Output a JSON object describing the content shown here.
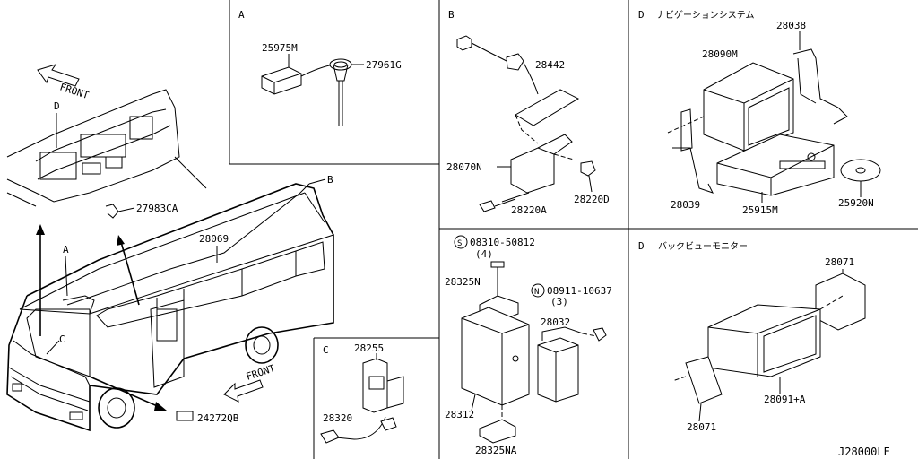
{
  "sections": {
    "A": {
      "letter": "A"
    },
    "B": {
      "letter": "B"
    },
    "C": {
      "letter": "C"
    },
    "D_nav": {
      "letter": "D",
      "title": "ナビゲーションシステム"
    },
    "D_back": {
      "letter": "D",
      "title": "バックビューモニター"
    }
  },
  "vehicle": {
    "front_top": "FRONT",
    "front_bottom": "FRONT",
    "callout_D": "D",
    "callout_A": "A",
    "callout_C": "C",
    "callout_B": "B",
    "part_27983CA": "27983CA",
    "part_28069": "28069",
    "part_24272QB": "24272QB"
  },
  "parts_A": {
    "p1": "25975M",
    "p2": "27961G"
  },
  "parts_B": {
    "p1": "28442",
    "p2": "28070N",
    "p3": "28220D",
    "p4": "28220A"
  },
  "parts_C": {
    "p1": "28255",
    "p2": "28320"
  },
  "parts_mid": {
    "screw_code": "08310-50812",
    "screw_qty": "(4)",
    "nut_code": "08911-10637",
    "nut_qty": "(3)",
    "p1": "28325N",
    "p2": "28032",
    "p3": "28312",
    "p4": "28325NA",
    "s_symbol": "S",
    "n_symbol": "N"
  },
  "parts_D_nav": {
    "p1": "28038",
    "p2": "28090M",
    "p3": "28039",
    "p4": "25915M",
    "p5": "25920N"
  },
  "parts_D_back": {
    "p1": "28071",
    "p2": "28091+A",
    "p3": "28071"
  },
  "diagram_code": "J28000LE"
}
